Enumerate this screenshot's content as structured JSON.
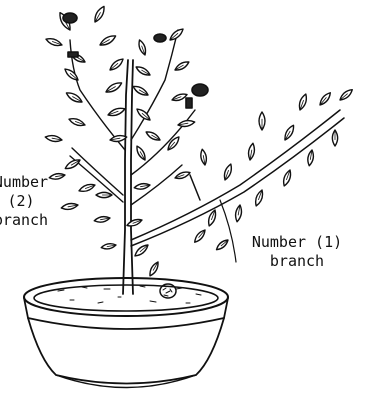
{
  "labels": {
    "branch_2": {
      "line1": "Number",
      "line2": "(2)",
      "line3": "branch"
    },
    "branch_1": {
      "line1": "Number (1)",
      "line2": "branch"
    }
  }
}
